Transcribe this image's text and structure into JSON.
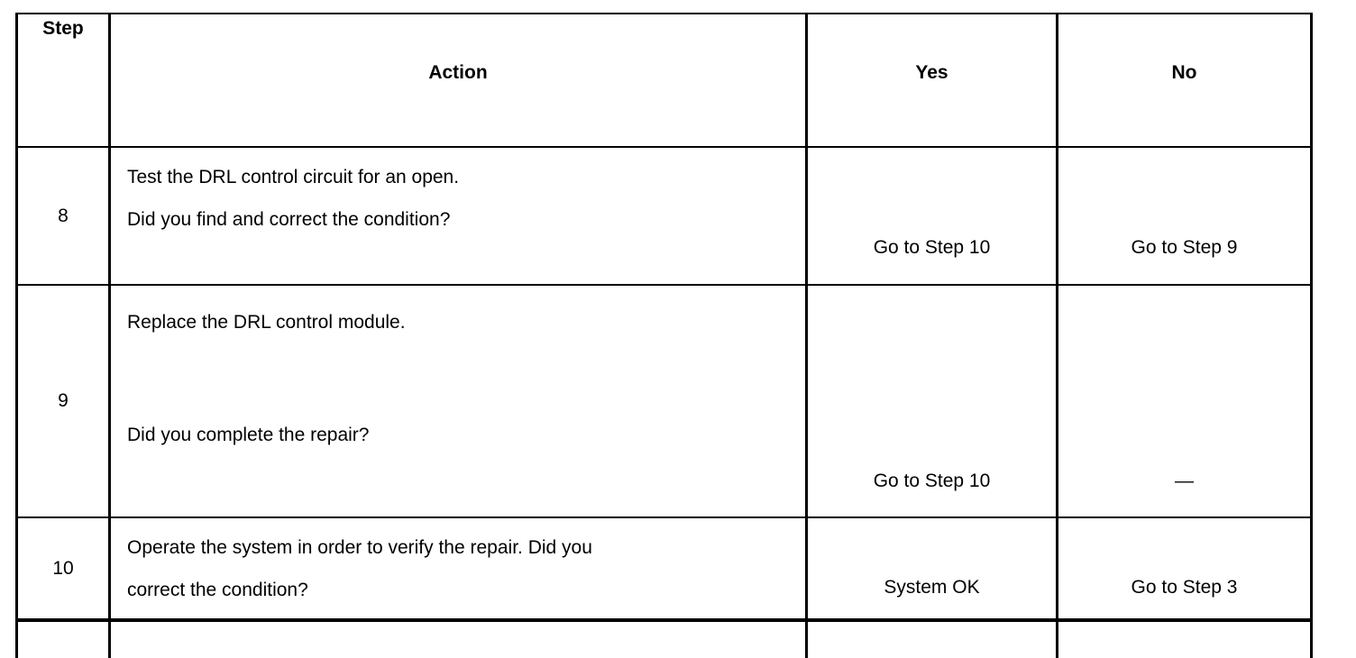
{
  "table": {
    "headers": {
      "step": "Step",
      "action": "Action",
      "yes": "Yes",
      "no": "No"
    },
    "rows": [
      {
        "step": "8",
        "action_lines": [
          "Test the DRL control circuit for an open.",
          "Did you find and correct the condition?"
        ],
        "yes": "Go to Step 10",
        "no": "Go to Step 9"
      },
      {
        "step": "9",
        "action_lines": [
          "Replace the DRL control module.",
          "Did you complete the repair?"
        ],
        "yes": "Go to Step 10",
        "no": "—"
      },
      {
        "step": "10",
        "action_lines": [
          "Operate the system in order to verify the repair. Did you",
          "correct the condition?"
        ],
        "yes": "System OK",
        "no": "Go to Step 3"
      }
    ]
  },
  "colors": {
    "rule": "#000000",
    "text": "#000000",
    "background": "#ffffff"
  }
}
